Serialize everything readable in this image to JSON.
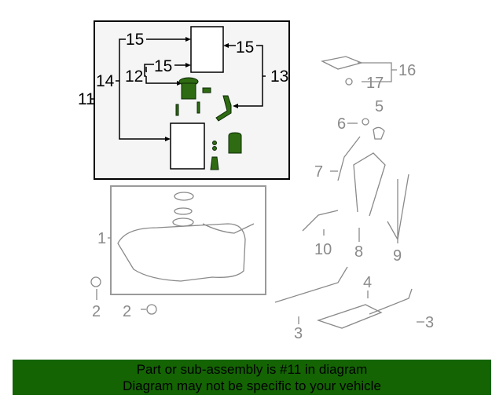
{
  "diagram": {
    "subassembly_labels": {
      "assembly": "11",
      "left_bracket": "14",
      "top_left_15": "15",
      "mid_15": "15",
      "right_15": "15",
      "pump": "12",
      "right_bracket": "13"
    },
    "part_labels": [
      {
        "id": "p16",
        "text": "16"
      },
      {
        "id": "p17",
        "text": "17"
      },
      {
        "id": "p5",
        "text": "5"
      },
      {
        "id": "p6",
        "text": "6"
      },
      {
        "id": "p7",
        "text": "7"
      },
      {
        "id": "p1",
        "text": "1"
      },
      {
        "id": "p2a",
        "text": "2"
      },
      {
        "id": "p2b",
        "text": "2"
      },
      {
        "id": "p10",
        "text": "10"
      },
      {
        "id": "p8",
        "text": "8"
      },
      {
        "id": "p9",
        "text": "9"
      },
      {
        "id": "p4",
        "text": "4"
      },
      {
        "id": "p3a",
        "text": "3"
      },
      {
        "id": "p3b",
        "text": "3"
      }
    ],
    "colors": {
      "highlight": "#2f6b12",
      "banner": "#146404",
      "line_gray": "#8a8a8a"
    }
  },
  "banner": {
    "line1": "Part or sub-assembly is #11 in diagram",
    "line2": "Diagram may not be specific to your vehicle"
  }
}
